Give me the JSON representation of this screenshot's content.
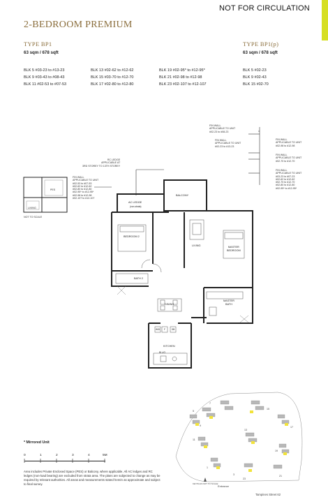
{
  "stamp": "NOT FOR CIRCULATION",
  "colors": {
    "accent": "#d6df24",
    "title": "#8a6d3b",
    "highlight": "#f2e33a"
  },
  "title": "2-BEDROOM PREMIUM",
  "types": [
    {
      "name": "TYPE BP1",
      "size": "63 sqm / 678 sqft"
    },
    {
      "name": "TYPE BP1(p)",
      "size": "63 sqm / 678 sqft"
    }
  ],
  "blocks": {
    "col1": [
      "BLK 5 #03-23 to #13-23",
      "BLK 9 #03-43 to #08-43",
      "BLK 11 #02-53 to #07-53"
    ],
    "col2": [
      "BLK 13 #02-62 to #12-62",
      "BLK 15 #03-70 to #12-70",
      "BLK 17 #02-80 to #12-80"
    ],
    "col3": [
      "BLK 19 #02-95* to #12-95*",
      "BLK 21 #02-98 to #12-98",
      "BLK 23 #02-107 to #12-107"
    ],
    "col4": [
      "BLK 5 #02-23",
      "BLK 9 #02-43",
      "BLK 15 #02-70"
    ]
  },
  "plan_notes": {
    "fin_wall_1": [
      "FIN WALL",
      "APPLICABLE TO UNIT",
      "#02-23 to #08-23"
    ],
    "fin_wall_2": [
      "FIN WALL",
      "APPLICABLE TO UNIT",
      "#02-98 to #12-98"
    ],
    "fin_wall_3": [
      "FIN WALL",
      "APPLICABLE TO UNIT",
      "#02-23 to #13-23"
    ],
    "fin_wall_4": [
      "FIN WALL",
      "APPLICABLE TO UNIT",
      "#02-70 to #12-70"
    ],
    "fin_wall_5": [
      "FIN WALL",
      "APPLICABLE TO UNIT",
      "#03-23 to #07-23",
      "#02-62 to #12-62",
      "#02-70 to #12-70",
      "#02-80 to #12-80",
      "#02-95* to #12-95*"
    ],
    "rc_ledge": [
      "RC LEDGE",
      "APPLICABLE AT",
      "3RD STOREY TO 13TH STOREY"
    ],
    "fin_wall_left": [
      "FIN WALL",
      "APPLICABLE TO UNIT",
      "#02-53 to #07-53",
      "#02-62 to #12-62",
      "#02-80 to #12-80",
      "#02-95* to #12-95*",
      "#02-98 to #12-98",
      "#02-107 to #12-107"
    ]
  },
  "rooms": {
    "balcony": "BALCONY",
    "ac_ledge": "AC LEDGE",
    "ac_ledge_sub": "(non-strata)",
    "bedroom2": "BEDROOM 2",
    "living": "LIVING",
    "master_bedroom": [
      "MASTER",
      "BEDROOM"
    ],
    "bath2": "BATH 2",
    "dining": "DINING",
    "master_bath": [
      "MASTER",
      "BATH"
    ],
    "kitchen": "KITCHEN",
    "wd": "W/D",
    "f": "F",
    "db": "DB",
    "bi_lo": "BI L/O"
  },
  "mini_plan": {
    "pes": "PES",
    "living": "LIVING",
    "note": "NOT TO SCALE"
  },
  "site_plan": {
    "blocks": [
      "5",
      "7",
      "9",
      "11",
      "13",
      "15",
      "17",
      "19",
      "21",
      "23",
      "1",
      "3"
    ],
    "keyplan": "KEYPLAN NOT TO SCALE",
    "entrance": "Entrance",
    "street": "Tampines Street 62"
  },
  "legend": {
    "mirrored": "* Mirrored Unit",
    "scale": [
      "0",
      "1",
      "2",
      "3",
      "4",
      "5M"
    ]
  },
  "disclaimer": "Area includes Private Enclosed Space (PES) or Balcony, where applicable. All AC ledges and RC ledges (non-load bearing) are excluded from strata area. The plans are subjected to change as may be required by relevant authorities. All areas and measurements stated herein as approximate and subject to final survey."
}
